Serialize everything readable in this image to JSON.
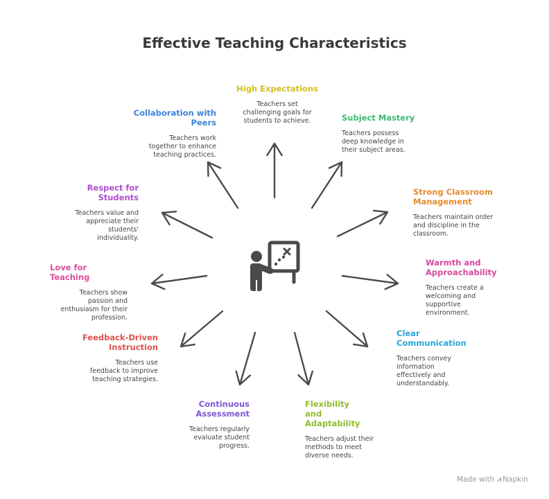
{
  "title": "Effective Teaching Characteristics",
  "items": [
    {
      "heading": "High Expectations",
      "desc": "Teachers set challenging goals for students to achieve.",
      "color": "#d4bf1e"
    },
    {
      "heading": "Subject Mastery",
      "desc": "Teachers possess deep knowledge in their subject areas.",
      "color": "#3dba6f"
    },
    {
      "heading": "Strong Classroom Management",
      "desc": "Teachers maintain order and discipline in the classroom.",
      "color": "#e58a2c"
    },
    {
      "heading": "Warmth and Approachability",
      "desc": "Teachers create a welcoming and supportive environment.",
      "color": "#d7479b"
    },
    {
      "heading": "Clear Communication",
      "desc": "Teachers convey information effectively and understandably.",
      "color": "#27a7d8"
    },
    {
      "heading": "Flexibility and Adaptability",
      "desc": "Teachers adjust their methods to meet diverse needs.",
      "color": "#8fbe2b"
    },
    {
      "heading": "Continuous Assessment",
      "desc": "Teachers regularly evaluate student progress.",
      "color": "#7c55d6"
    },
    {
      "heading": "Feedback-Driven Instruction",
      "desc": "Teachers use feedback to improve teaching strategies.",
      "color": "#e0514e"
    },
    {
      "heading": "Love for Teaching",
      "desc": "Teachers show passion and enthusiasm for their profession.",
      "color": "#db4b9a"
    },
    {
      "heading": "Respect for Students",
      "desc": "Teachers value and appreciate their students' individuality.",
      "color": "#b24bcf"
    },
    {
      "heading": "Collaboration with Peers",
      "desc": "Teachers work together to enhance teaching practices.",
      "color": "#3d83d9"
    }
  ],
  "center_icon": "teacher-at-board-icon",
  "arrow_color": "#4a4a4a",
  "branding": {
    "made_with": "Made with",
    "brand": "Napkin",
    "logo_icon": "napkin-logo-icon"
  }
}
